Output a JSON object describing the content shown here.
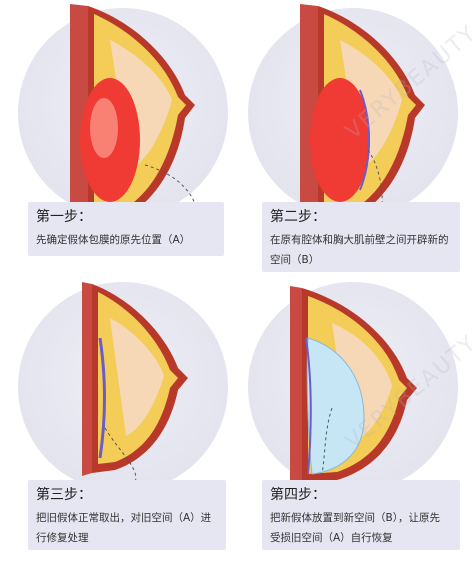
{
  "steps": [
    {
      "title": "第一步：",
      "text": "先确定假体包膜的原先位置（A）"
    },
    {
      "title": "第二步：",
      "text": "在原有腔体和胸大肌前壁之间开辟新的空间（B）"
    },
    {
      "title": "第三步：",
      "text": "把旧假体正常取出，对旧空间（A）进行修复处理"
    },
    {
      "title": "第四步：",
      "text": "把新假体放置到新空间（B），让原先受损旧空间（A）自行恢复"
    }
  ],
  "colors": {
    "skin": "#b8392a",
    "fat": "#f3cd58",
    "muscle": "#d9534a",
    "old_implant": "#ef3b34",
    "new_implant": "#c6e6f6",
    "caption_bg": "#e6e6f3"
  },
  "watermark": "VERYBEAUTY"
}
